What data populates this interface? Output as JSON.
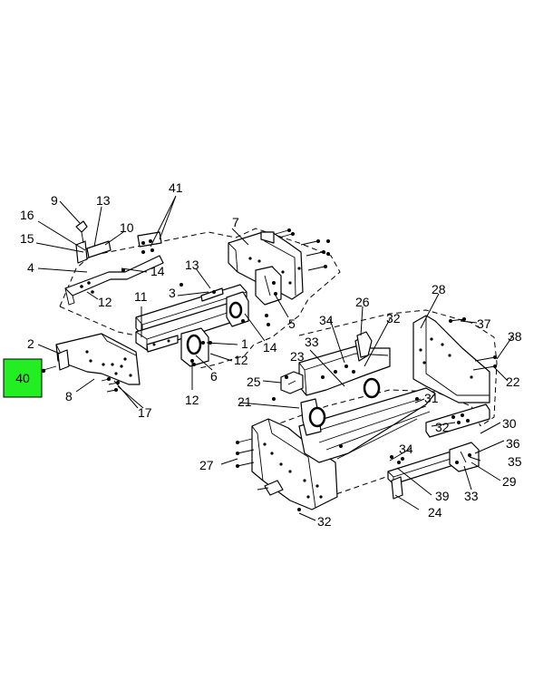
{
  "highlight": {
    "label": "40",
    "color": "#22ee22"
  },
  "callouts": {
    "c1": "1",
    "c2": "2",
    "c3": "3",
    "c4": "4",
    "c5": "5",
    "c6": "6",
    "c7": "7",
    "c8": "8",
    "c9": "9",
    "c10": "10",
    "c11": "11",
    "c12a": "12",
    "c12b": "12",
    "c12c": "12",
    "c13a": "13",
    "c13b": "13",
    "c14a": "14",
    "c14b": "14",
    "c15": "15",
    "c16": "16",
    "c17": "17",
    "c21": "21",
    "c22": "22",
    "c23": "23",
    "c24": "24",
    "c25": "25",
    "c26": "26",
    "c27": "27",
    "c28": "28",
    "c29": "29",
    "c30": "30",
    "c31": "31",
    "c32a": "32",
    "c32b": "32",
    "c32c": "32",
    "c33a": "33",
    "c33b": "33",
    "c34a": "34",
    "c34b": "34",
    "c35": "35",
    "c36": "36",
    "c37": "37",
    "c38": "38",
    "c39": "39",
    "c41": "41"
  }
}
